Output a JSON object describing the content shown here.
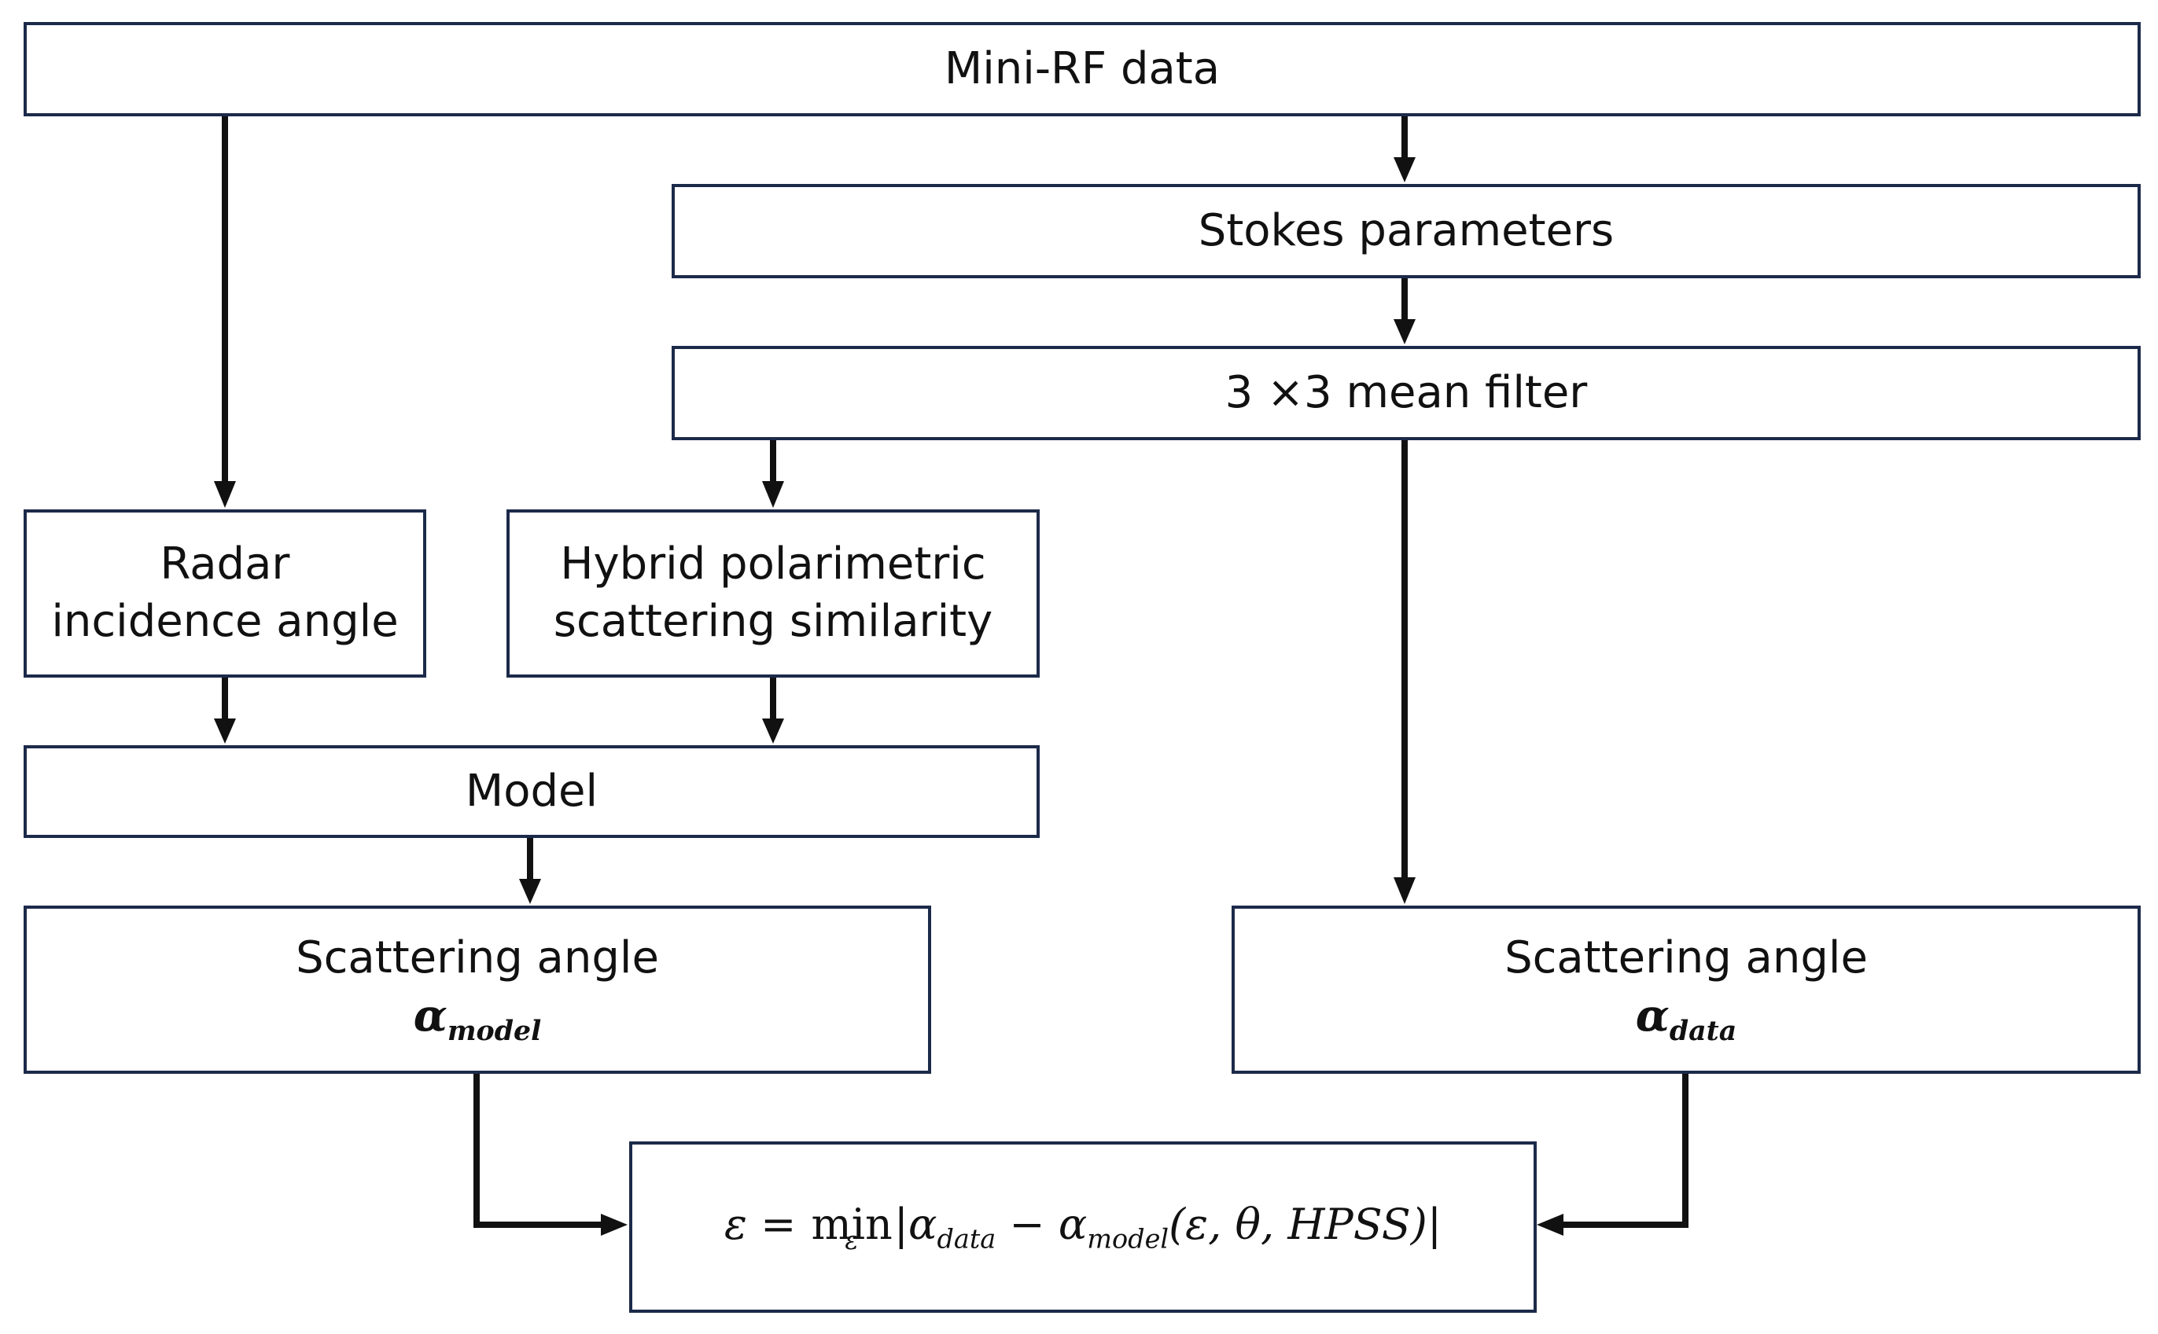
{
  "boxes": {
    "mini_rf": "Mini-RF data",
    "stokes": "Stokes parameters",
    "mean_filter": "3 ×3 mean filter",
    "radar_line1": "Radar",
    "radar_line2": "incidence angle",
    "hybrid_line1": "Hybrid polarimetric",
    "hybrid_line2": "scattering similarity",
    "model": "Model",
    "scat_model_title": "Scattering angle",
    "scat_model_symbol": "α",
    "scat_model_sub": "model",
    "scat_data_title": "Scattering angle",
    "scat_data_symbol": "α",
    "scat_data_sub": "data"
  },
  "equation": {
    "lhs": "ε = ",
    "op": "min",
    "op_sub": "ε",
    "bar_open": "|",
    "alpha1": "α",
    "sub1": "data",
    "minus": " − ",
    "alpha2": "α",
    "sub2": "model",
    "args": "(ε, θ, HPSS)",
    "bar_close": "|"
  }
}
